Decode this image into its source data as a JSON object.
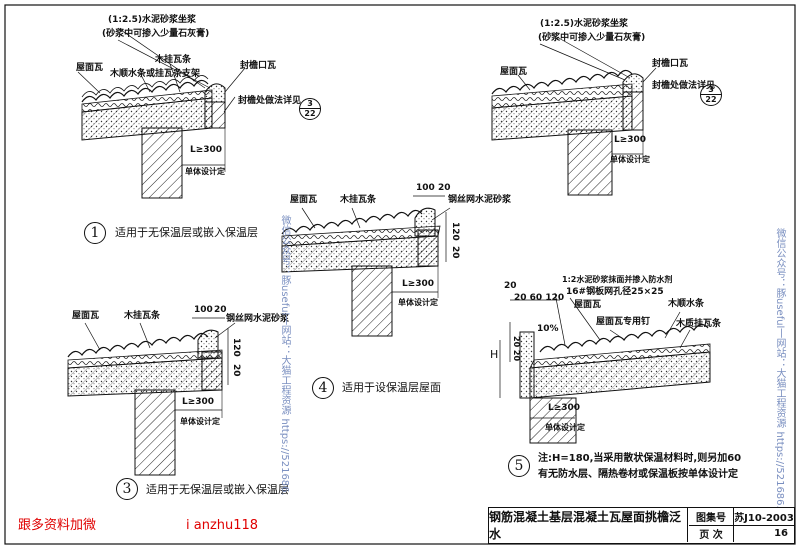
{
  "d1": {
    "mortar": "(1:2.5)水泥砂浆坐浆",
    "mortar_sub": "(砂浆中可掺入少量石灰膏)",
    "batten": "木挂瓦条",
    "tile": "屋面瓦",
    "strip": "木顺水条或挂瓦条支架",
    "eave_tile": "封檐口瓦",
    "detail_ref": "封檐处做法详见",
    "ref_top": "3",
    "ref_bottom": "22",
    "dim": "L≥300",
    "design": "单体设计定",
    "num": "1",
    "caption": "适用于无保温层或嵌入保温层"
  },
  "d2": {
    "mortar": "(1:2.5)水泥砂浆坐浆",
    "mortar_sub": "(砂浆中可掺入少量石灰膏)",
    "tile": "屋面瓦",
    "eave_tile": "封檐口瓦",
    "detail_ref": "封檐处做法详见",
    "ref_top": "3",
    "ref_bottom": "22",
    "dim": "L≥300",
    "design": "单体设计定"
  },
  "d3": {
    "tile": "屋面瓦",
    "batten": "木挂瓦条",
    "mesh": "钢丝网水泥砂浆",
    "dim_100": "100",
    "dim_20": "20",
    "dim_120": "120",
    "dim_20b": "20",
    "dim": "L≥300",
    "design": "单体设计定",
    "num": "3",
    "caption": "适用于无保温层或嵌入保温层"
  },
  "d4": {
    "tile": "屋面瓦",
    "batten": "木挂瓦条",
    "mesh": "钢丝网水泥砂浆",
    "dim_100": "100",
    "dim_20": "20",
    "dim_120": "120",
    "dim_20b": "20",
    "dim": "L≥300",
    "design": "单体设计定",
    "num": "4",
    "caption": "适用于设保温层屋面"
  },
  "d5": {
    "top_cut": "1:2水泥砂浆抹面并掺入防水剂",
    "dims_top": "20 60 120",
    "dim_20": "20",
    "mesh_spec": "16#钢板网孔径25×25",
    "slope": "10%",
    "tile_nail": "屋面瓦专用钉",
    "tile": "屋面瓦",
    "strip": "木顺水条",
    "batten": "木质挂瓦条",
    "H": "H",
    "v_dims": "20 20",
    "dim": "L≥300",
    "design": "单体设计定",
    "num": "5",
    "note_1": "注:H=180,当采用散状保温材料时,则另加60",
    "note_2": "有无防水层、隔热卷材或保温板按单体设计定"
  },
  "title_block": {
    "title": "钢筋混凝土基层混凝土瓦屋面挑檐泛水",
    "atlas_label": "图集号",
    "atlas_value": "苏J10-2003",
    "page_label": "页 次",
    "page_value": "16"
  },
  "watermark": {
    "left": "微信公众号：豚useful丨网站：大猫工程资源 https://521686.",
    "right": "微信公众号：豚useful丨网站：大猫工程资源 https://521686."
  },
  "footer": {
    "left": "跟多资料加微",
    "right": "i anzhu118"
  }
}
